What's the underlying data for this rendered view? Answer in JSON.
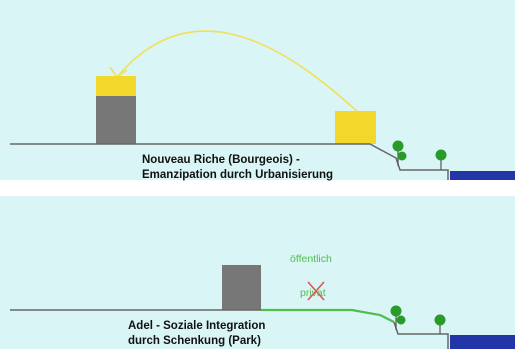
{
  "top": {
    "caption_line1": "Nouveau Riche (Bourgeois) -",
    "caption_line2": "Emanzipation durch Urbanisierung"
  },
  "bottom": {
    "caption_line1": "Adel -  Soziale Integration",
    "caption_line2": "durch Schenkung (Park)",
    "label_public": "öffentlich",
    "label_private": "privat"
  },
  "colors": {
    "sky": "#d9f5f5",
    "building_gray": "#777777",
    "building_yellow": "#f2d82a",
    "water": "#2236a8",
    "tree": "#2a9a2a",
    "green_path": "#4fbe4f",
    "cross": "#e05050"
  }
}
